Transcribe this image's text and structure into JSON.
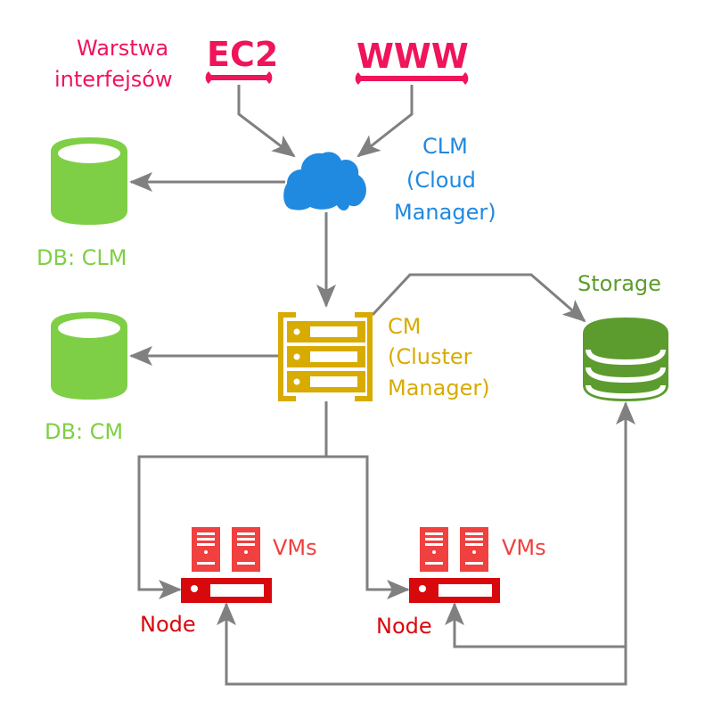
{
  "colors": {
    "interface": "#f0145a",
    "cloud": "#2089e0",
    "db": "#7ecf45",
    "cm": "#d8ab00",
    "storage": "#5c9c2e",
    "node": "#d8090d",
    "vm": "#f04040",
    "connector": "#808080"
  },
  "interface_layer": {
    "label_line1": "Warstwa",
    "label_line2": "interfejsów",
    "ec2": "EC2",
    "www": "WWW"
  },
  "clm": {
    "line1": "CLM",
    "line2": "(Cloud",
    "line3": "Manager)",
    "icon": "cloud-icon"
  },
  "db_clm": {
    "label": "DB: CLM",
    "icon": "database-icon"
  },
  "db_cm": {
    "label": "DB: CM",
    "icon": "database-icon"
  },
  "cm": {
    "line1": "CM",
    "line2": "(Cluster",
    "line3": "Manager)",
    "icon": "server-rack-icon"
  },
  "storage": {
    "label": "Storage",
    "icon": "storage-stack-icon"
  },
  "nodes": [
    {
      "label": "Node",
      "vms_label": "VMs"
    },
    {
      "label": "Node",
      "vms_label": "VMs"
    }
  ]
}
